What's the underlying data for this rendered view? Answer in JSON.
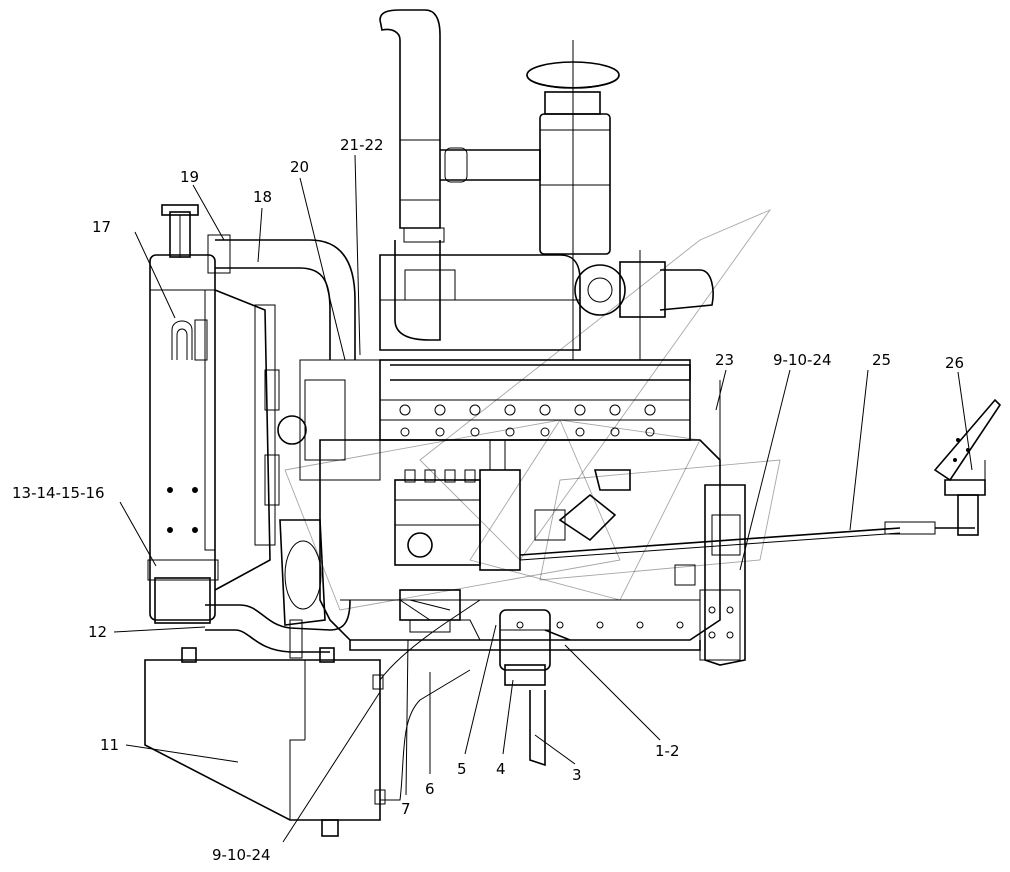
{
  "callouts": {
    "c17": "17",
    "c19": "19",
    "c18": "18",
    "c20": "20",
    "c21_22": "21-22",
    "c23": "23",
    "c9_10_24_top": "9-10-24",
    "c25": "25",
    "c26": "26",
    "c13_16": "13-14-15-16",
    "c12": "12",
    "c11": "11",
    "c9_10_24_bottom": "9-10-24",
    "c7": "7",
    "c6": "6",
    "c5": "5",
    "c4": "4",
    "c3": "3",
    "c1_2": "1-2"
  }
}
